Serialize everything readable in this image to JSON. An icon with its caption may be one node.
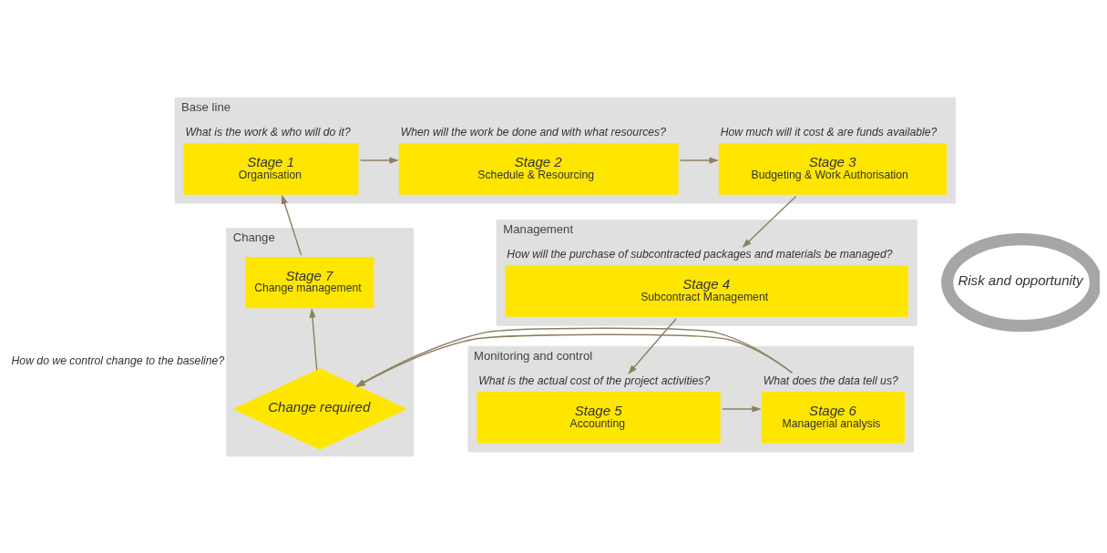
{
  "diagram": {
    "nodes": [
      {
        "text": [
          "Base line"
        ]
      },
      {
        "text": [
          "Stage 1",
          "Organisation"
        ],
        "in": 0,
        "beside": [
          "What is the work & who will do it?"
        ]
      },
      {
        "text": [
          "Stage 2",
          "Schedule & Resourcing"
        ],
        "in": 0,
        "beside": [
          "When will the work be done and with what resources?"
        ]
      },
      {
        "text": [
          "Stage 3",
          "Budgeting & Work Authorisation"
        ],
        "in": 0,
        "beside": [
          "How much will it cost & are funds available?"
        ]
      },
      {
        "text": [
          "Management"
        ]
      },
      {
        "text": [
          "Stage 4",
          "Subcontract Management"
        ],
        "in": 4,
        "beside": [
          "How will the purchase of subcontracted packages and materials be managed?"
        ]
      },
      {
        "text": [
          "Monitoring and control"
        ]
      },
      {
        "text": [
          "Stage 5",
          "Accounting"
        ],
        "in": 6,
        "beside": [
          "What is the actual cost of the project activities?"
        ]
      },
      {
        "text": [
          "Stage 6",
          "Managerial analysis"
        ],
        "in": 6,
        "beside": [
          "What does the data tell us?"
        ]
      },
      {
        "text": [
          "Change"
        ]
      },
      {
        "text": [
          "Change required"
        ],
        "in": 9,
        "beside": [
          "How do we control change to the baseline?"
        ]
      },
      {
        "text": [
          "Stage 7",
          "Change management"
        ],
        "in": 9
      },
      {
        "text": [
          "Risk and opportunity"
        ]
      }
    ],
    "edges": [
      {
        "from": 1,
        "to": 2,
        "arrow": "to"
      },
      {
        "from": 2,
        "to": 3,
        "arrow": "to"
      },
      {
        "from": 3,
        "to": 5,
        "arrow": "to"
      },
      {
        "from": 5,
        "to": 7,
        "arrow": "to"
      },
      {
        "from": 7,
        "to": 8,
        "arrow": "to"
      },
      {
        "from": 8,
        "to": 10,
        "arrow": "to"
      },
      {
        "from": 10,
        "to": 11,
        "arrow": "to"
      },
      {
        "from": 11,
        "to": 1,
        "arrow": "to"
      }
    ]
  }
}
